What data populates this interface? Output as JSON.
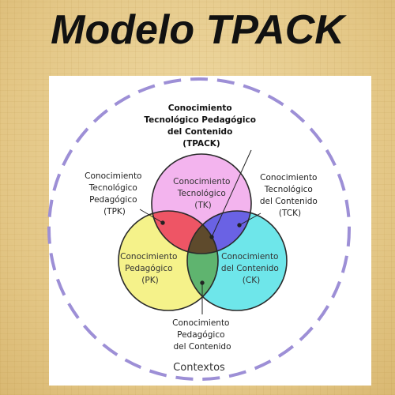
{
  "title": "Modelo TPACK",
  "tpack": [
    "Conocimiento",
    "Tecnológico Pedagógico",
    "del Contenido",
    "(TPACK)"
  ],
  "tpk": [
    "Conocimiento",
    "Tecnológico",
    "Pedagógico",
    "(TPK)"
  ],
  "tck": [
    "Conocimiento",
    "Tecnológico",
    "del Contenido",
    "(TCK)"
  ],
  "tk": [
    "Conocimiento",
    "Tecnológico",
    "(TK)"
  ],
  "pk": [
    "Conocimiento",
    "Pedagógico",
    "(PK)"
  ],
  "ck": [
    "Conocimiento",
    "del Contenido",
    "(CK)"
  ],
  "pck": [
    "Conocimiento",
    "Pedagógico",
    "del Contenido"
  ],
  "contexts": "Contextos",
  "colors": {
    "technology": "#f3b4ee",
    "pedagogy": "#f5f28a",
    "content": "#6ee6ea",
    "dashed_ring": "#9d8fd6"
  }
}
